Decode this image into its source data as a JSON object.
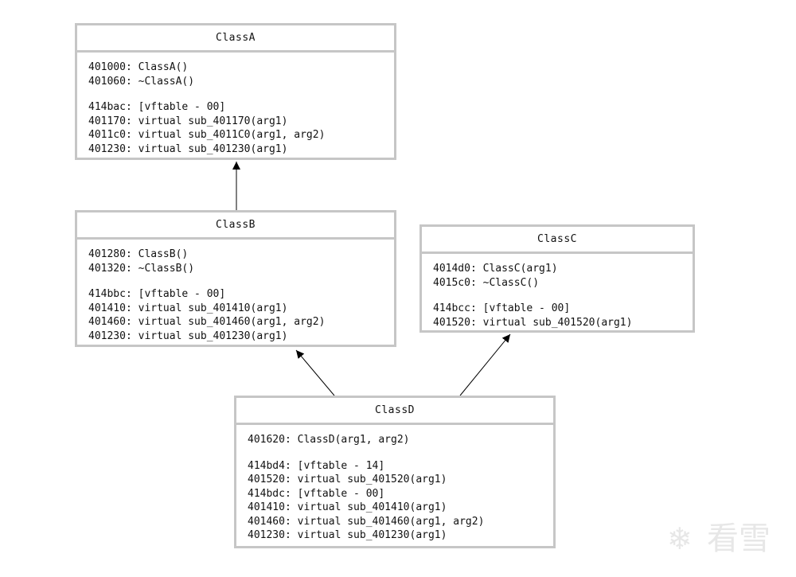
{
  "classes": [
    {
      "name": "ClassA",
      "rows": [
        "401000: ClassA()",
        "401060: ~ClassA()",
        "",
        "414bac: [vftable - 00]",
        "401170: virtual sub_401170(arg1)",
        "4011c0: virtual sub_4011C0(arg1, arg2)",
        "401230: virtual sub_401230(arg1)"
      ]
    },
    {
      "name": "ClassB",
      "rows": [
        "401280: ClassB()",
        "401320: ~ClassB()",
        "",
        "414bbc: [vftable - 00]",
        "401410: virtual sub_401410(arg1)",
        "401460: virtual sub_401460(arg1, arg2)",
        "401230: virtual sub_401230(arg1)"
      ]
    },
    {
      "name": "ClassC",
      "rows": [
        "4014d0: ClassC(arg1)",
        "4015c0: ~ClassC()",
        "",
        "414bcc: [vftable - 00]",
        "401520: virtual sub_401520(arg1)"
      ]
    },
    {
      "name": "ClassD",
      "rows": [
        "401620: ClassD(arg1, arg2)",
        "",
        "414bd4: [vftable - 14]",
        "401520: virtual sub_401520(arg1)",
        "414bdc: [vftable - 00]",
        "401410: virtual sub_401410(arg1)",
        "401460: virtual sub_401460(arg1, arg2)",
        "401230: virtual sub_401230(arg1)"
      ]
    }
  ],
  "inheritance": [
    {
      "from": "ClassB",
      "to": "ClassA"
    },
    {
      "from": "ClassD",
      "to": "ClassB"
    },
    {
      "from": "ClassD",
      "to": "ClassC"
    }
  ],
  "colors": {
    "border": "#c6c6c6",
    "arrow": "#000000",
    "watermark": "#e7e7e7"
  },
  "watermark": {
    "icon": "snowflake-icon",
    "text": "看雪"
  }
}
